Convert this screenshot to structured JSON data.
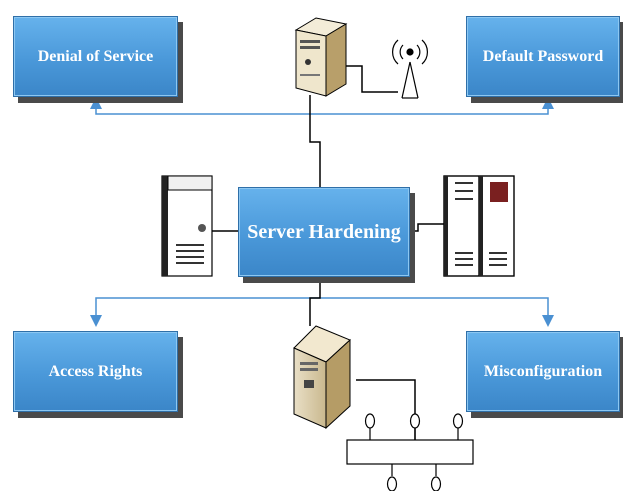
{
  "boxes": {
    "denial_of_service": "Denial of Service",
    "default_password": "Default Password",
    "server_hardening": "Server Hardening",
    "access_rights": "Access Rights",
    "misconfiguration": "Misconfiguration"
  },
  "icons": {
    "top": "tower-server-icon",
    "antenna": "wireless-antenna-icon",
    "left": "tower-server-icon",
    "right": "rack-server-icon",
    "bottom": "tower-server-icon",
    "network": "network-bus-icon"
  },
  "colors": {
    "box_fill": "#4a98d9",
    "box_shadow": "#4a4a4a",
    "arrow": "#4a90d2",
    "line": "#000000"
  }
}
